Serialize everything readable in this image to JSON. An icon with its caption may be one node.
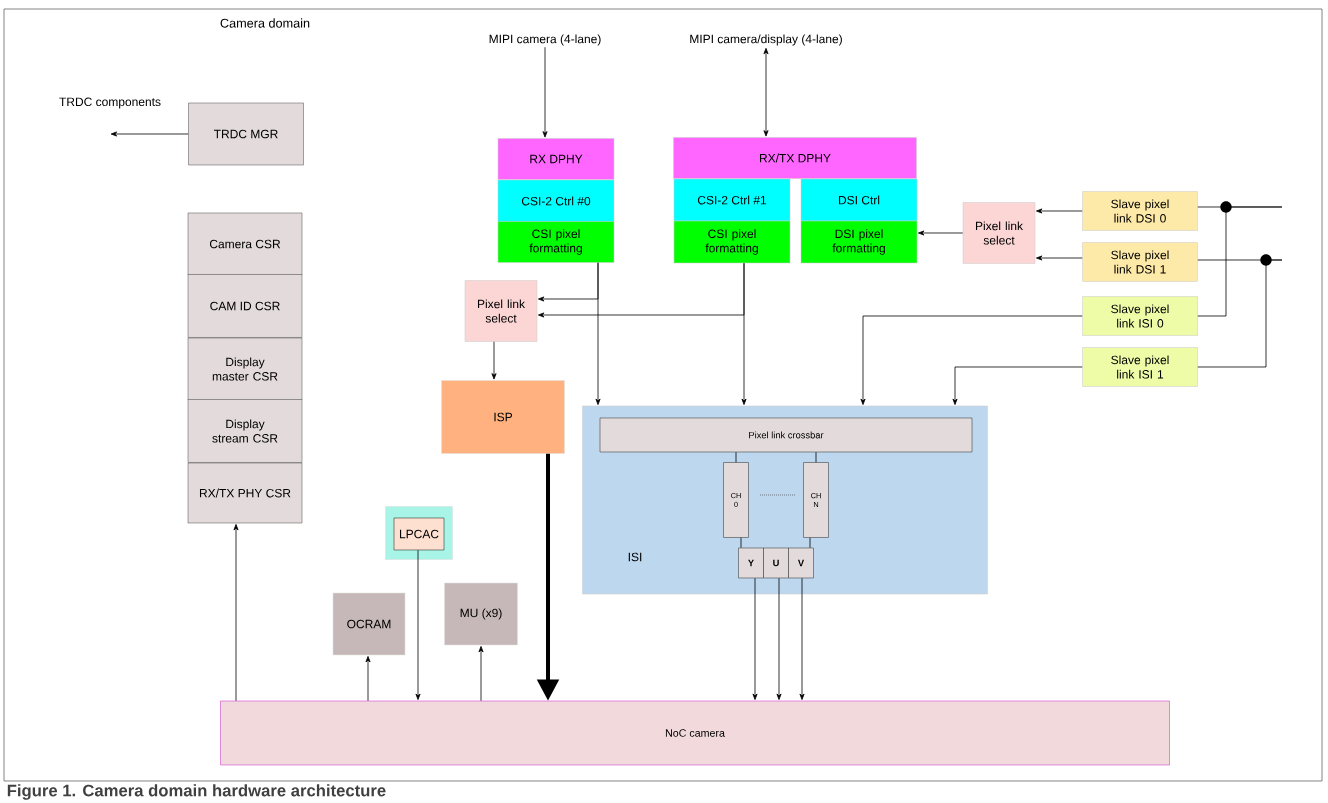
{
  "diagram": {
    "title": "Camera domain",
    "caption": "Figure 1.  Camera domain hardware architecture",
    "nodes": [
      {
        "text": [
          "MIPI camera (4-lane)"
        ]
      },
      {
        "text": [
          "MIPI camera/display (4-lane)"
        ]
      },
      {
        "text": [
          "TRDC components"
        ]
      },
      {
        "text": [
          "TRDC MGR"
        ]
      },
      {
        "text": [
          "Camera CSR"
        ]
      },
      {
        "text": [
          "CAM ID CSR"
        ]
      },
      {
        "text": [
          "Display master CSR"
        ]
      },
      {
        "text": [
          "Display stream CSR"
        ]
      },
      {
        "text": [
          "RX/TX PHY CSR"
        ]
      },
      {
        "text": [
          "RX DPHY"
        ]
      },
      {
        "text": [
          "CSI-2 Ctrl #0"
        ]
      },
      {
        "text": [
          "CSI pixel formatting"
        ]
      },
      {
        "text": [
          "RX/TX DPHY"
        ]
      },
      {
        "text": [
          "CSI-2 Ctrl #1"
        ]
      },
      {
        "text": [
          "CSI pixel formatting"
        ]
      },
      {
        "text": [
          "DSI Ctrl"
        ]
      },
      {
        "text": [
          "DSI pixel formatting"
        ]
      },
      {
        "text": [
          "Pixel link select"
        ]
      },
      {
        "text": [
          "Pixel link select"
        ]
      },
      {
        "text": [
          "Slave pixel link DSI 0"
        ]
      },
      {
        "text": [
          "Slave pixel link DSI 1"
        ]
      },
      {
        "text": [
          "Slave pixel link ISI 0"
        ]
      },
      {
        "text": [
          "Slave pixel link ISI 1"
        ]
      },
      {
        "text": [
          "ISP"
        ]
      },
      {
        "text": [
          "ISI"
        ]
      },
      {
        "text": [
          "Pixel link crossbar"
        ],
        "in": 24
      },
      {
        "text": [
          "CH 0"
        ],
        "in": 24
      },
      {
        "text": [
          "CH N"
        ],
        "in": 24
      },
      {
        "text": [
          "Y"
        ],
        "in": 24
      },
      {
        "text": [
          "U"
        ],
        "in": 24
      },
      {
        "text": [
          "V"
        ],
        "in": 24
      },
      {
        "text": [],
        "shape": "box"
      },
      {
        "text": [
          "LPCAC"
        ],
        "in": 31
      },
      {
        "text": [
          "OCRAM"
        ]
      },
      {
        "text": [
          "MU (x9)"
        ]
      },
      {
        "text": [
          "NoC camera"
        ]
      }
    ],
    "edges": [
      {
        "from": 0,
        "to": 9,
        "arrow": "to"
      },
      {
        "from": 1,
        "to": 12,
        "arrow": "both"
      },
      {
        "from": 3,
        "to": 2,
        "arrow": "to"
      },
      {
        "from": 11,
        "to": 17,
        "arrow": "to"
      },
      {
        "from": 11,
        "to": 24,
        "arrow": "to"
      },
      {
        "from": 14,
        "to": 17,
        "arrow": "to"
      },
      {
        "from": 14,
        "to": 24,
        "arrow": "to"
      },
      {
        "from": 17,
        "to": 23,
        "arrow": "to"
      },
      {
        "from": 23,
        "to": 35,
        "arrow": "to",
        "style": "thick"
      },
      {
        "from": 18,
        "to": 16,
        "arrow": "to"
      },
      {
        "from": 19,
        "to": 18,
        "arrow": "to"
      },
      {
        "from": 20,
        "to": 18,
        "arrow": "to"
      },
      {
        "from": 21,
        "to": 24,
        "arrow": "to"
      },
      {
        "from": 22,
        "to": 24,
        "arrow": "to"
      },
      {
        "from": null,
        "to": 19,
        "arrow": "none"
      },
      {
        "from": null,
        "to": 21,
        "arrow": "none"
      },
      {
        "from": null,
        "to": 20,
        "arrow": "none"
      },
      {
        "from": null,
        "to": 22,
        "arrow": "none"
      },
      {
        "from": 25,
        "to": 26,
        "arrow": "none"
      },
      {
        "from": 25,
        "to": 27,
        "arrow": "none"
      },
      {
        "from": 26,
        "to": 28,
        "arrow": "none"
      },
      {
        "from": 27,
        "to": 30,
        "arrow": "none"
      },
      {
        "from": 28,
        "to": 35,
        "arrow": "to"
      },
      {
        "from": 29,
        "to": 35,
        "arrow": "to"
      },
      {
        "from": 30,
        "to": 35,
        "arrow": "to"
      },
      {
        "from": 35,
        "to": 8,
        "arrow": "to"
      },
      {
        "from": 35,
        "to": 33,
        "arrow": "to"
      },
      {
        "from": 32,
        "to": 35,
        "arrow": "to"
      },
      {
        "from": 35,
        "to": 34,
        "arrow": "to"
      }
    ]
  }
}
